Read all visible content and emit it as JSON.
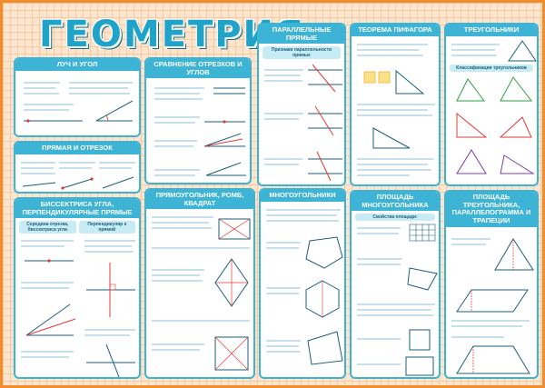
{
  "poster": {
    "title": "ГЕОМЕТРИЯ"
  },
  "panels": {
    "ray_angle": {
      "title": "ЛУЧ И УГОЛ"
    },
    "compare_segments": {
      "title": "СРАВНЕНИЕ ОТРЕЗКОВ И УГЛОВ"
    },
    "parallel_lines": {
      "title": "ПАРАЛЛЕЛЬНЫЕ ПРЯМЫЕ",
      "sub": "Признаки параллельности прямых"
    },
    "pythagoras": {
      "title": "ТЕОРЕМА ПИФАГОРА"
    },
    "triangles": {
      "title": "ТРЕУГОЛЬНИКИ",
      "sub": "Классификация треугольников"
    },
    "line_segment": {
      "title": "ПРЯМАЯ И ОТРЕЗОК"
    },
    "rectangle_rhombus_square": {
      "title": "ПРЯМОУГОЛЬНИК, РОМБ, КВАДРАТ"
    },
    "polygons": {
      "title": "МНОГОУГОЛЬНИКИ"
    },
    "area_polygons": {
      "title": "ПЛОЩАДЬ МНОГОУГОЛЬНИКА",
      "sub": "Свойства площади:"
    },
    "area_triangle": {
      "title": "ПЛОЩАДЬ ТРЕУГОЛЬНИКА, ПАРАЛЛЕЛОГРАММА И ТРАПЕЦИИ"
    },
    "bisector": {
      "title": "БИССЕКТРИСА УГЛА, ПЕРПЕНДИКУЛЯРНЫЕ ПРЯМЫЕ",
      "sub_left": "Середина отрезка, биссектриса угла",
      "sub_right": "Перпендикуляр к прямой"
    }
  },
  "colors": {
    "frame": "#f28c2b",
    "panel_border": "#3db4d6",
    "panel_head": "#3db4d6",
    "title": "#1fa3c9",
    "accent_red": "#e53935",
    "accent_green": "#2e9e44"
  }
}
